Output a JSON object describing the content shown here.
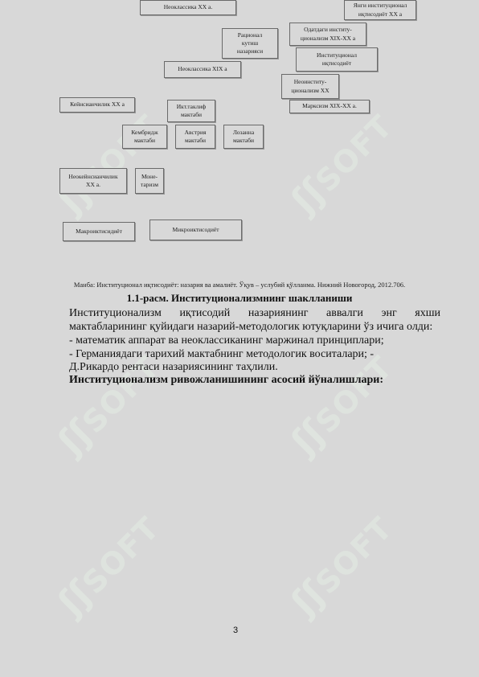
{
  "diagram": {
    "boxes": [
      {
        "id": "neoclassics-20",
        "text": "Неоклассика XX а."
      },
      {
        "id": "new-institutionalism-20",
        "text": "Янги институционал\nиқтисодиёт XX а"
      },
      {
        "id": "rational-choice",
        "text": "Рационал\nкутиш\nназарияси"
      },
      {
        "id": "traditional-institutionalism",
        "text": "Одатдаги институ-\nционализм XIX-XX а"
      },
      {
        "id": "institutional-economics",
        "text": "Институционал\nиқтисодиёт"
      },
      {
        "id": "neoclassics-19",
        "text": "Неоклассика XIX а"
      },
      {
        "id": "neo-institutionalism",
        "text": "Неоинститу-\nционализм XX"
      },
      {
        "id": "keynesianism-20",
        "text": "Кейнсианчилик XX а"
      },
      {
        "id": "marxism",
        "text": "Марксизм XIX-XX а."
      },
      {
        "id": "historical-school",
        "text": "Икт.таклиф\nмактаби"
      },
      {
        "id": "cambridge-school",
        "text": "Кембридж\nмактаби"
      },
      {
        "id": "austrian-school",
        "text": "Австрия\nмактаби"
      },
      {
        "id": "lausanne-school",
        "text": "Лозанна\nмактаби"
      },
      {
        "id": "neo-keynesianism",
        "text": "Неокейнсианчилик\nXX а."
      },
      {
        "id": "monetarism",
        "text": "Моне-\nтаризм"
      },
      {
        "id": "macroeconomics",
        "text": "Макроиктисидиёт"
      },
      {
        "id": "microeconomics",
        "text": "Микроиктисодиёт"
      }
    ]
  },
  "source_note": "Манба: Институционал иқтисодиёт: назария ва амалиёт. Ўқув – услубий қўлланма. Нижний Новогород, 2012.706.",
  "figure_caption": "1.1-расм. Институционализмнинг шаклланиши",
  "paragraph_line1": "Институционализм иқтисодий назариянинг аввалги энг яхши",
  "paragraph_line2": "мактабларининг қуйидаги назарий-методологик ютуқларини ўз ичига олди:",
  "bullets": [
    "- математик аппарат ва неоклассиканинг маржинал принциплари;",
    "- Германиядаги тарихий мактабнинг методологик воситалари; -",
    "Д.Рикардо рентаси назариясининг таҳлили."
  ],
  "section_heading": "Институционализм ривожланишининг асосий йўналишлари:",
  "page_number": "3",
  "watermark": {
    "text": "SOFT",
    "color": "#e4ece4"
  }
}
